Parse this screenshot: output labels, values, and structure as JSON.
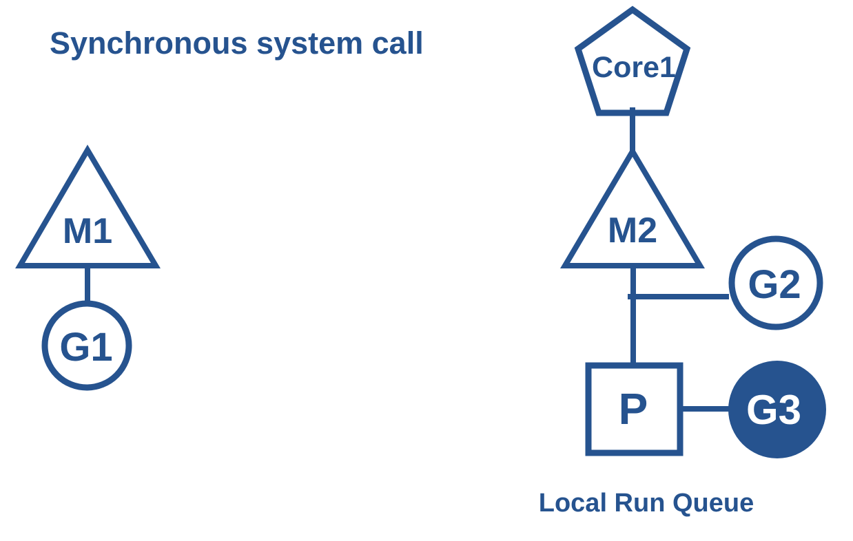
{
  "title": "Synchronous system call",
  "caption": "Local Run Queue",
  "colors": {
    "accent": "#26538F",
    "background": "#FFFFFF",
    "label_on_fill": "#FFFFFF"
  },
  "nodes": {
    "m1": {
      "label": "M1",
      "shape": "triangle",
      "style": "outline"
    },
    "g1": {
      "label": "G1",
      "shape": "circle",
      "style": "outline"
    },
    "core1": {
      "label": "Core1",
      "shape": "pentagon",
      "style": "outline"
    },
    "m2": {
      "label": "M2",
      "shape": "triangle",
      "style": "outline"
    },
    "g2": {
      "label": "G2",
      "shape": "circle",
      "style": "outline"
    },
    "p": {
      "label": "P",
      "shape": "square",
      "style": "outline"
    },
    "g3": {
      "label": "G3",
      "shape": "circle",
      "style": "filled"
    }
  },
  "connections": [
    "M1-G1",
    "Core1-M2",
    "M2-P",
    "M2-G2",
    "P-G3"
  ]
}
